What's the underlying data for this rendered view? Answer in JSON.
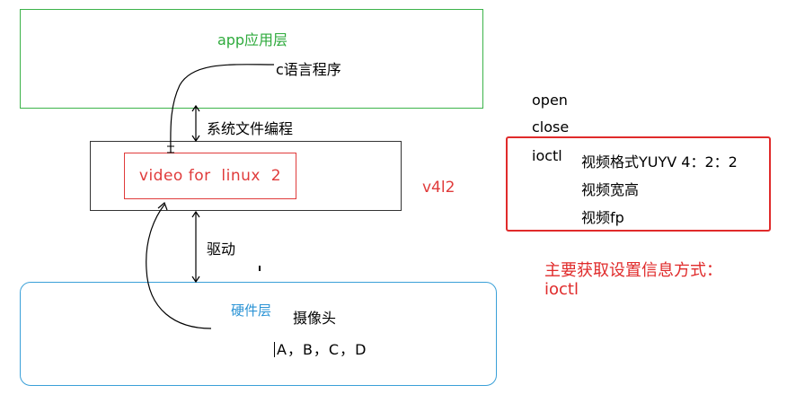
{
  "layers": {
    "app": "app应用层",
    "v4l2_inner": "video for  linux  2",
    "v4l2_side": "v4l2",
    "hardware": "硬件层",
    "camera": "摄像头",
    "abcd": "A，B，C，D"
  },
  "labels": {
    "c_program": "c语言程序",
    "sys_file": "系统文件编程",
    "driver": "驱动"
  },
  "api_list": [
    "open",
    "close",
    "ioctl"
  ],
  "ioctl_info": [
    "视频格式YUYV 4：2：2",
    "视频宽高",
    "视频fp"
  ],
  "note": {
    "line1": "主要获取设置信息方式：",
    "line2": "ioctl"
  },
  "colors": {
    "app_border": "#3cb34a",
    "v4l2_red": "#e03b3b",
    "hardware_blue": "#3aa0d8",
    "highlight_red": "#e02b2b"
  }
}
